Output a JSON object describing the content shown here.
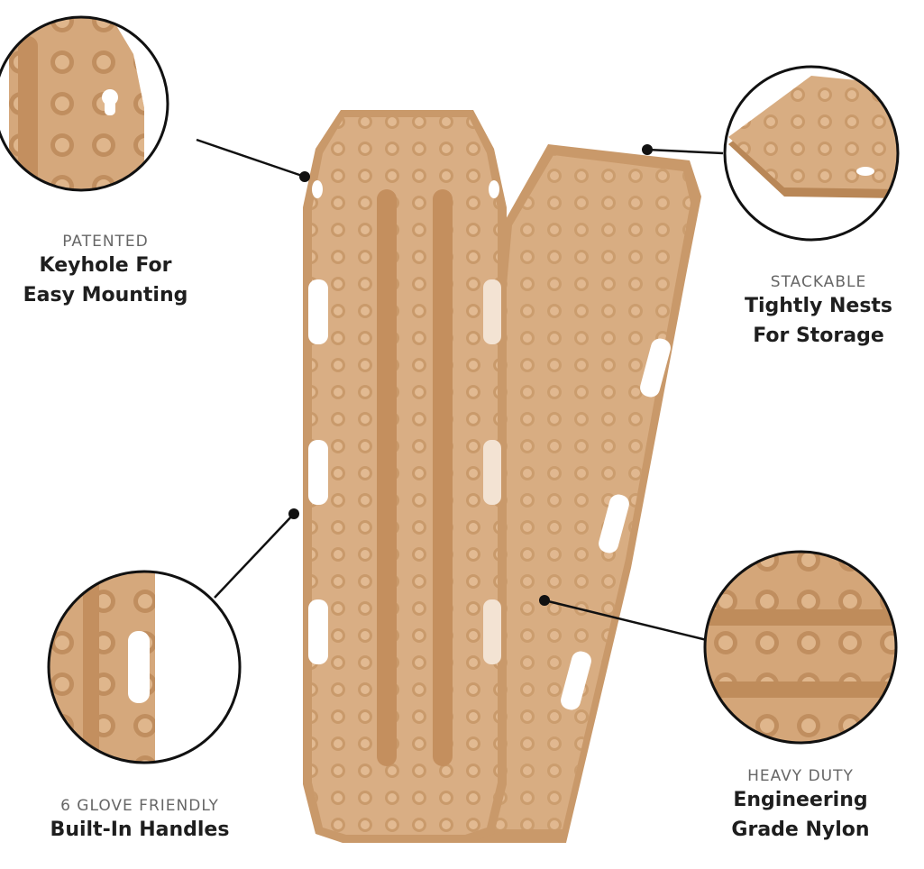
{
  "colors": {
    "background": "#ffffff",
    "board": "#d6a97d",
    "board_dark": "#bd8a5b",
    "board_light": "#e6bf98",
    "leader": "#111111",
    "caption_sub": "#666666",
    "caption_main": "#1e1e1e"
  },
  "features": [
    {
      "id": "keyhole",
      "subtitle": "PATENTED",
      "title_line1": "Keyhole For",
      "title_line2": "Easy Mounting"
    },
    {
      "id": "stackable",
      "subtitle": "STACKABLE",
      "title_line1": "Tightly Nests",
      "title_line2": "For Storage"
    },
    {
      "id": "handles",
      "subtitle": "6 GLOVE FRIENDLY",
      "title_line1": "Built-In Handles",
      "title_line2": ""
    },
    {
      "id": "nylon",
      "subtitle": "HEAVY DUTY",
      "title_line1": "Engineering",
      "title_line2": "Grade Nylon"
    }
  ]
}
